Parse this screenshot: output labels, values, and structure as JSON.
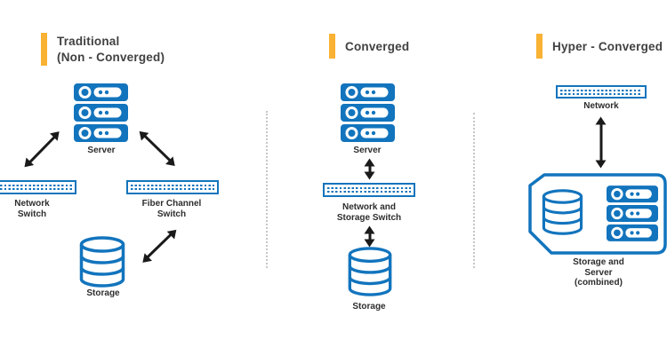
{
  "colors": {
    "blue": "#1274BD",
    "yellow": "#F9B233",
    "heading_text": "#414042",
    "label_text": "#2D2D2F",
    "arrow": "#1A1A1A",
    "divider": "#C6C6C6"
  },
  "columns": [
    {
      "title": "Traditional\n(Non - Converged)",
      "labels": {
        "server": "Server",
        "network_switch": "Network\nSwitch",
        "fiber_channel_switch": "Fiber Channel\nSwitch",
        "storage": "Storage"
      }
    },
    {
      "title": "Converged",
      "labels": {
        "server": "Server",
        "network_storage_switch": "Network and\nStorage Switch",
        "storage": "Storage"
      }
    },
    {
      "title": "Hyper - Converged",
      "labels": {
        "network": "Network",
        "storage_server_combined": "Storage and Server\n(combined)"
      }
    }
  ],
  "icons": [
    "server-stack-icon",
    "network-switch-icon",
    "storage-cylinder-icon",
    "double-arrow-icon",
    "combined-appliance-box"
  ]
}
